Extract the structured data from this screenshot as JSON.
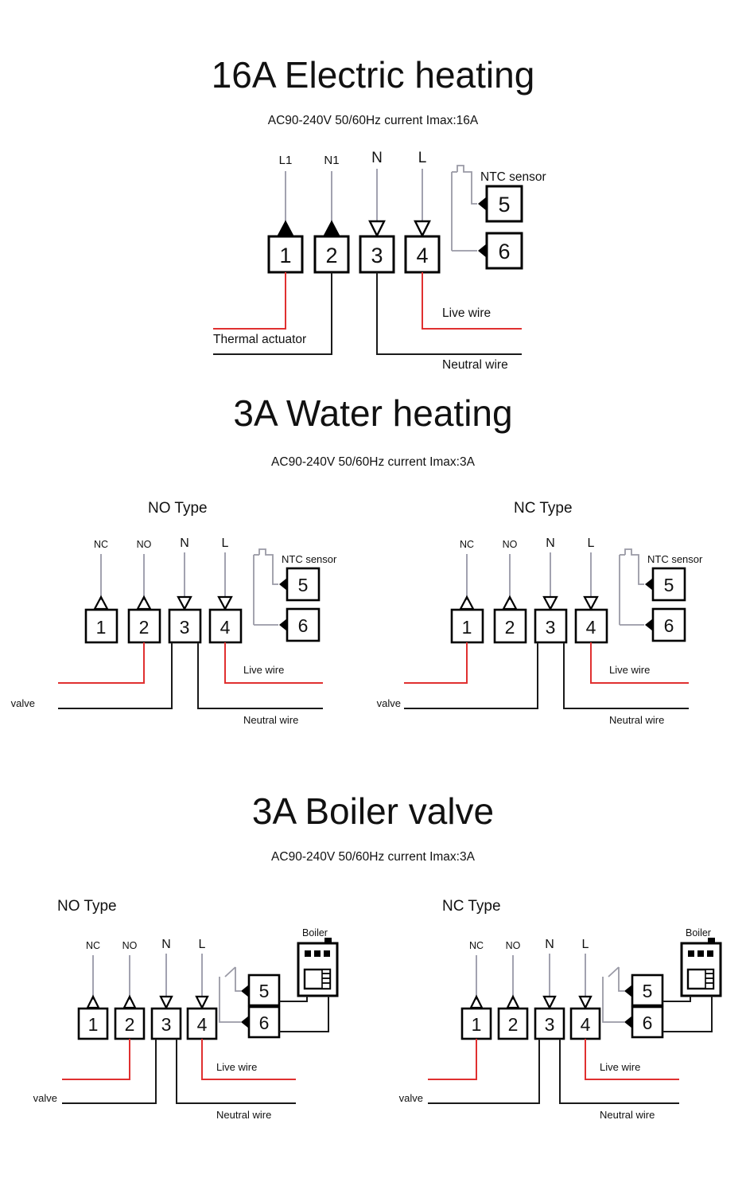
{
  "document": {
    "kind": "wiring-diagram-sheet",
    "palette": {
      "live_wire": "#e03030",
      "neutral_wire": "#1a1a1a",
      "lead": "#8a8a9c",
      "box_stroke": "#000000",
      "background": "#ffffff"
    }
  },
  "sections": [
    {
      "id": "electric-heating",
      "title": "16A Electric heating",
      "subtitle": "AC90-240V 50/60Hz  current Imax:16A",
      "variants": [
        {
          "id": "electric-heating-main",
          "type_label": "",
          "terminals": [
            {
              "number": "1",
              "pin_label": "L1",
              "arrow": "up"
            },
            {
              "number": "2",
              "pin_label": "N1",
              "arrow": "up"
            },
            {
              "number": "3",
              "pin_label": "N",
              "arrow": "down"
            },
            {
              "number": "4",
              "pin_label": "L",
              "arrow": "down"
            },
            {
              "number": "5",
              "pin_label": "",
              "arrow": "left"
            },
            {
              "number": "6",
              "pin_label": "",
              "arrow": "left"
            }
          ],
          "sensor_label": "NTC sensor",
          "sensor_type": "ntc-probe",
          "bus_labels": {
            "load": "Thermal actuator",
            "live": "Live wire",
            "neutral": "Neutral wire"
          }
        }
      ]
    },
    {
      "id": "water-heating",
      "title": "3A Water heating",
      "subtitle": "AC90-240V 50/60Hz  current Imax:3A",
      "variants": [
        {
          "id": "water-heating-no",
          "type_label": "NO Type",
          "terminals": [
            {
              "number": "1",
              "pin_label": "NC",
              "arrow": "up"
            },
            {
              "number": "2",
              "pin_label": "NO",
              "arrow": "up"
            },
            {
              "number": "3",
              "pin_label": "N",
              "arrow": "down"
            },
            {
              "number": "4",
              "pin_label": "L",
              "arrow": "down"
            },
            {
              "number": "5",
              "pin_label": "",
              "arrow": "left"
            },
            {
              "number": "6",
              "pin_label": "",
              "arrow": "left"
            }
          ],
          "sensor_label": "NTC sensor",
          "sensor_type": "ntc-probe",
          "valve_terminal": "2",
          "bus_labels": {
            "load": "valve",
            "live": "Live wire",
            "neutral": "Neutral wire"
          }
        },
        {
          "id": "water-heating-nc",
          "type_label": "NC Type",
          "terminals": [
            {
              "number": "1",
              "pin_label": "NC",
              "arrow": "up"
            },
            {
              "number": "2",
              "pin_label": "NO",
              "arrow": "up"
            },
            {
              "number": "3",
              "pin_label": "N",
              "arrow": "down"
            },
            {
              "number": "4",
              "pin_label": "L",
              "arrow": "down"
            },
            {
              "number": "5",
              "pin_label": "",
              "arrow": "left"
            },
            {
              "number": "6",
              "pin_label": "",
              "arrow": "left"
            }
          ],
          "sensor_label": "NTC sensor",
          "sensor_type": "ntc-probe",
          "valve_terminal": "1",
          "bus_labels": {
            "load": "valve",
            "live": "Live wire",
            "neutral": "Neutral wire"
          }
        }
      ]
    },
    {
      "id": "boiler-valve",
      "title": "3A Boiler valve",
      "subtitle": "AC90-240V 50/60Hz  current Imax:3A",
      "variants": [
        {
          "id": "boiler-valve-no",
          "type_label": "NO Type",
          "terminals": [
            {
              "number": "1",
              "pin_label": "NC",
              "arrow": "up"
            },
            {
              "number": "2",
              "pin_label": "NO",
              "arrow": "up"
            },
            {
              "number": "3",
              "pin_label": "N",
              "arrow": "down"
            },
            {
              "number": "4",
              "pin_label": "L",
              "arrow": "down"
            },
            {
              "number": "5",
              "pin_label": "",
              "arrow": "left"
            },
            {
              "number": "6",
              "pin_label": "",
              "arrow": "left"
            }
          ],
          "sensor_label": "Boiler",
          "sensor_type": "boiler-switch",
          "valve_terminal": "2",
          "bus_labels": {
            "load": "valve",
            "live": "Live wire",
            "neutral": "Neutral wire"
          }
        },
        {
          "id": "boiler-valve-nc",
          "type_label": "NC Type",
          "terminals": [
            {
              "number": "1",
              "pin_label": "NC",
              "arrow": "up"
            },
            {
              "number": "2",
              "pin_label": "NO",
              "arrow": "up"
            },
            {
              "number": "3",
              "pin_label": "N",
              "arrow": "down"
            },
            {
              "number": "4",
              "pin_label": "L",
              "arrow": "down"
            },
            {
              "number": "5",
              "pin_label": "",
              "arrow": "left"
            },
            {
              "number": "6",
              "pin_label": "",
              "arrow": "left"
            }
          ],
          "sensor_label": "Boiler",
          "sensor_type": "boiler-switch",
          "valve_terminal": "1",
          "bus_labels": {
            "load": "valve",
            "live": "Live wire",
            "neutral": "Neutral wire"
          }
        }
      ]
    }
  ]
}
